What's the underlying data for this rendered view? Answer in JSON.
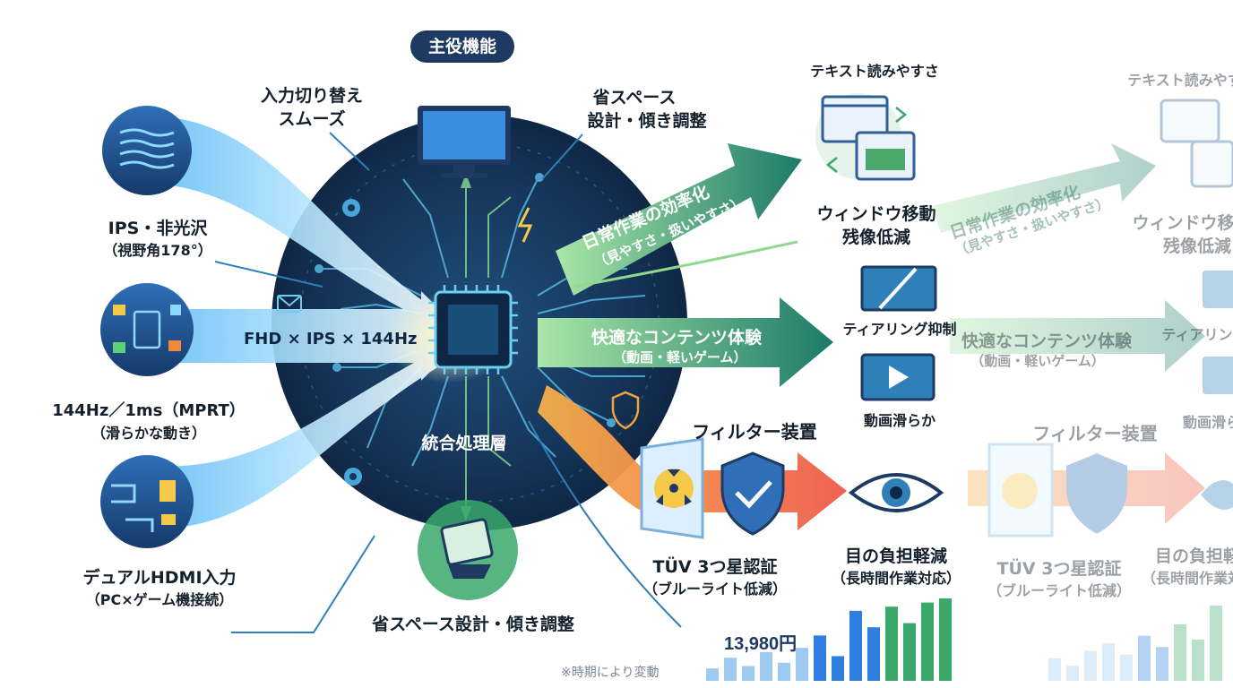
{
  "center": {
    "core_badge": "主役機能",
    "core_label": "FHD × IPS × 144Hz",
    "layer_label": "統合処理層"
  },
  "inputs": [
    {
      "line1": "IPS・非光沢",
      "line2": "（視野角178°）"
    },
    {
      "line1": "144Hz／1ms（MPRT）",
      "line2": "（滑らかな動き）"
    },
    {
      "line1": "デュアルHDMI入力",
      "line2": "（PC×ゲーム機接続）"
    }
  ],
  "callouts": {
    "input_switch": [
      "入力切り替え",
      "スムーズ"
    ],
    "space_top": [
      "省スペース",
      "設計・傾き調整"
    ],
    "space_bottom": "省スペース設計・傾き調整"
  },
  "flows": {
    "daily": {
      "line1": "日常作業の効率化",
      "line2": "（見やすさ・扱いやすさ）"
    },
    "content": {
      "line1": "快適なコンテンツ体験",
      "line2": "（動画・軽いゲーム）"
    },
    "filter": "フィルター装置"
  },
  "outcomes": {
    "text_read": "テキスト読みやすさ",
    "window_move": [
      "ウィンドウ移動",
      "残像低減"
    ],
    "tearing": "ティアリング抑制",
    "video": "動画滑らか",
    "tuv": [
      "TÜV 3つ星認証",
      "（ブルーライト低減）"
    ],
    "eye": [
      "目の負担軽減",
      "（長時間作業対応）"
    ]
  },
  "price": {
    "value": "13,980円",
    "note": "※時期により変動"
  },
  "bars_main": [
    0.15,
    0.28,
    0.18,
    0.35,
    0.22,
    0.4,
    0.55,
    0.3,
    0.85,
    0.65,
    0.9,
    0.7,
    0.95,
    1.0
  ],
  "bars_faded": [
    0.3,
    0.2,
    0.4,
    0.5,
    0.35,
    0.6,
    0.45,
    0.75,
    0.55,
    1.0
  ],
  "colors": {
    "navy": "#1e3a63",
    "blue": "#2f7fe0",
    "green": "#3aa86b",
    "orange": "#f08a3c",
    "teal": "#1f8a8a"
  }
}
